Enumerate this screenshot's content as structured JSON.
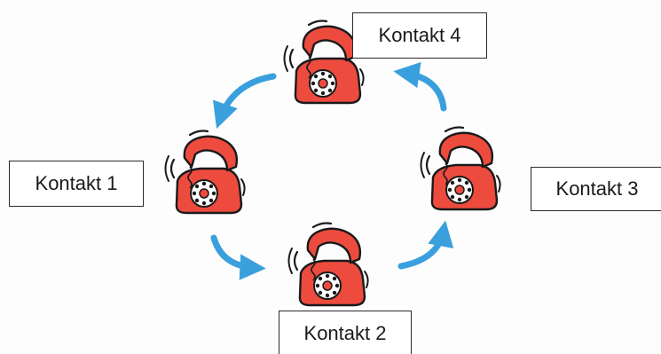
{
  "diagram": {
    "contacts": [
      {
        "id": 1,
        "label": "Kontakt 1"
      },
      {
        "id": 2,
        "label": "Kontakt 2"
      },
      {
        "id": 3,
        "label": "Kontakt 3"
      },
      {
        "id": 4,
        "label": "Kontakt 4"
      }
    ],
    "icon": "ringing-telephone-icon",
    "colors": {
      "phone_body": "#ee4b3f",
      "phone_outline": "#1a1a1a",
      "arrow": "#3aa0dd",
      "label_border": "#2a2a2a"
    }
  }
}
